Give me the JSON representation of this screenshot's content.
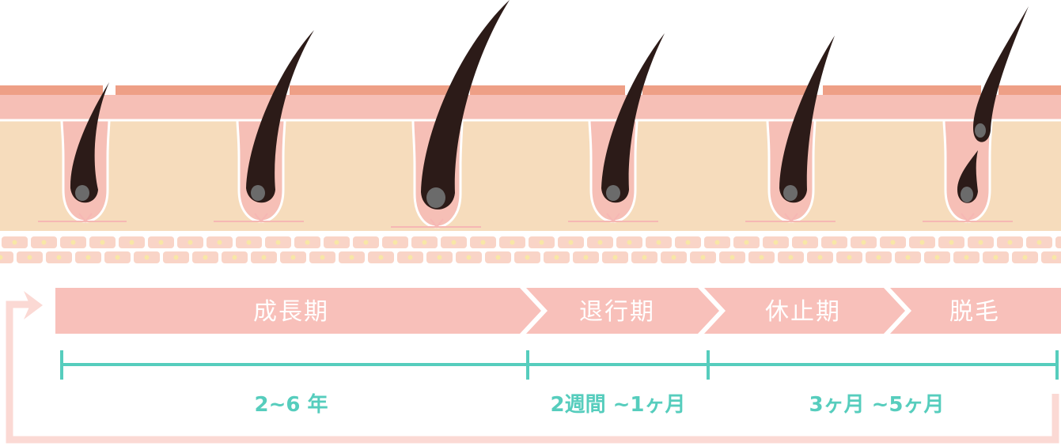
{
  "colors": {
    "epidermis_top": "#ee9f86",
    "epidermis": "#f6bfb6",
    "dermis": "#f6dcbc",
    "cell_fill": "#f9d4c7",
    "cell_nucleus": "#f8e7a6",
    "hair": "#2c1b18",
    "hair_bulb_core": "#6b6b6b",
    "papilla_line": "#f6b7b4",
    "phase_bar": "#f8c0ba",
    "phase_text": "#ffffff",
    "timeline": "#56cdbd",
    "cycle_arrow": "#fbd9d4"
  },
  "phases": [
    {
      "label": "成長期"
    },
    {
      "label": "退行期"
    },
    {
      "label": "休止期"
    },
    {
      "label": "脱毛"
    }
  ],
  "durations": [
    {
      "label": "2~6 年"
    },
    {
      "label": "2週間 ~1ヶ月"
    },
    {
      "label": "3ヶ月 ~5ヶ月"
    }
  ]
}
